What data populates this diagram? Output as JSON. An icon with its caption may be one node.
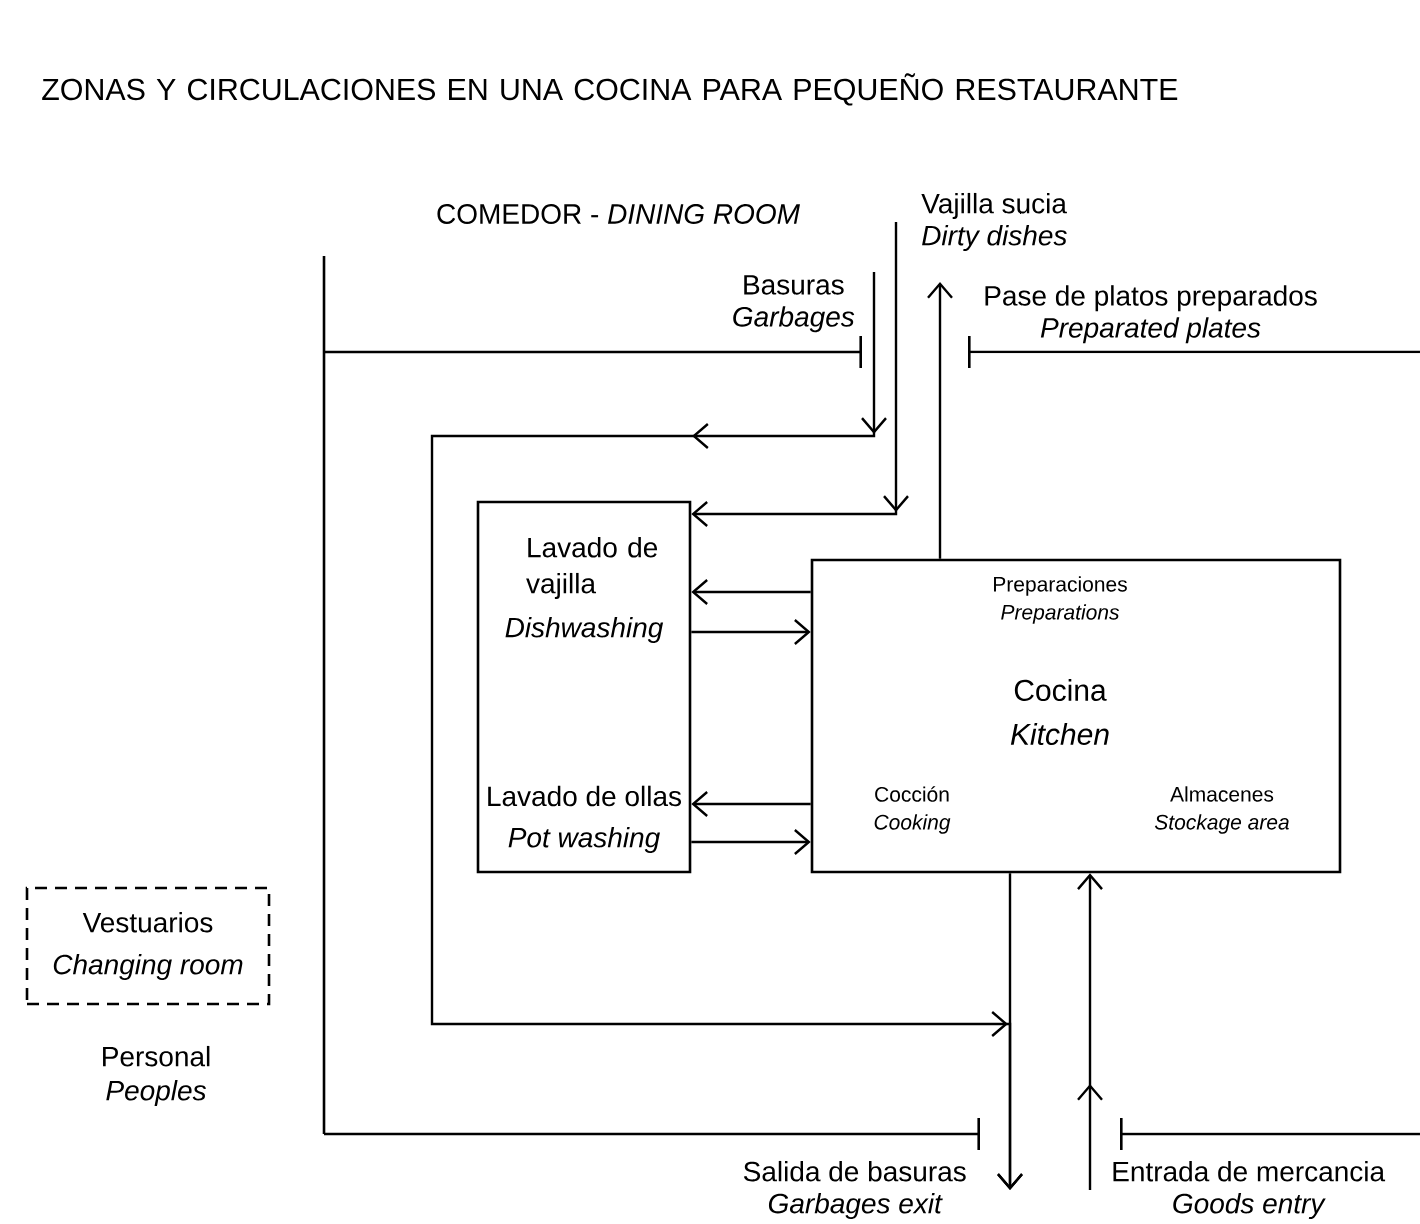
{
  "diagram": {
    "title": "ZONAS Y CIRCULACIONES EN UNA COCINA PARA PEQUEÑO RESTAURANTE",
    "nodes": [
      {
        "text": [
          "Lavado de vajilla",
          "Dishwashing",
          "Lavado de ollas",
          "Pot washing"
        ]
      },
      {
        "text": [
          "Preparaciones",
          "Preparations",
          "Cocina",
          "Kitchen",
          "Cocción",
          "Cooking",
          "Almacenes",
          "Stockage area"
        ]
      },
      {
        "text": [
          "Vestuarios",
          "Changing room"
        ],
        "beside": [
          "Personal",
          "Peoples"
        ]
      },
      {
        "text": [
          "Basuras",
          "Garbages"
        ]
      },
      {
        "text": [
          "Vajilla sucia",
          "Dirty dishes"
        ]
      },
      {
        "text": [
          "Pase de platos preparados",
          "Preparated plates"
        ]
      },
      {
        "text": [
          "Salida de basuras",
          "Garbages exit"
        ]
      },
      {
        "text": [
          "Entrada de mercancia",
          "Goods entry"
        ]
      }
    ],
    "edges": [
      {
        "from": 3,
        "to": 6,
        "arrow": "to"
      },
      {
        "from": 4,
        "to": 0,
        "arrow": "to"
      },
      {
        "from": 1,
        "to": 0,
        "arrow": "to"
      },
      {
        "from": 0,
        "to": 1,
        "arrow": "to"
      },
      {
        "from": 1,
        "to": 0,
        "arrow": "to"
      },
      {
        "from": 0,
        "to": 1,
        "arrow": "to"
      },
      {
        "from": 1,
        "to": 5,
        "arrow": "to"
      },
      {
        "from": 1,
        "to": 6,
        "arrow": "to"
      },
      {
        "from": 7,
        "to": 1,
        "arrow": "to"
      }
    ],
    "labels": [
      "COMEDOR - *DINING ROOM*"
    ]
  }
}
